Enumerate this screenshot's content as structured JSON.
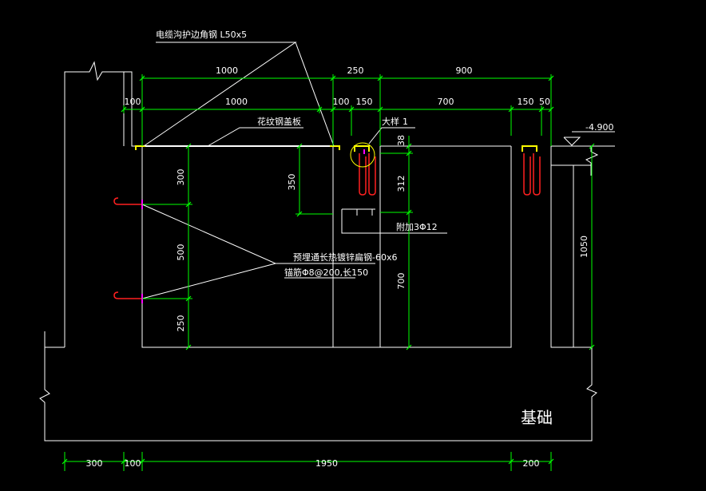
{
  "colors": {
    "background": "#000000",
    "outline": "#ffffff",
    "dimension": "#00ff00",
    "dimension_text": "#ffffff",
    "rebar": "#ff2020",
    "highlight": "#ffff00",
    "anchor": "#ff00ff",
    "leader": "#ffffff",
    "label_text": "#ffffff",
    "foundation_text": "#ffffff"
  },
  "labels": {
    "cable_angle_steel": "电缆沟护边角钢 L50x5",
    "checker_plate": "花纹钢盖板",
    "detail_callout": "大样",
    "detail_number": "1",
    "rebar_note": "附加3Φ12",
    "embedded_flat_steel": "预埋通长热镀锌扁钢-60x6",
    "anchor_bar": "锚筋Φ8@200,长150",
    "elevation": "-4.900",
    "foundation": "基础"
  },
  "dimensions": {
    "top_row": [
      "1000",
      "250",
      "900"
    ],
    "second_row": [
      "100",
      "1000",
      "100",
      "150",
      "700",
      "150",
      "50"
    ],
    "left_vertical": [
      "300",
      "500",
      "250"
    ],
    "inner_vertical": [
      "350"
    ],
    "mid_vertical": [
      "38",
      "312",
      "700"
    ],
    "right_vertical": [
      "1050"
    ],
    "bottom_row": [
      "300",
      "100",
      "1950",
      "200"
    ]
  }
}
